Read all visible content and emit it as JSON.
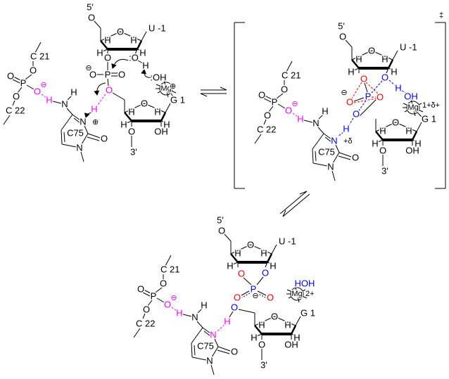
{
  "common": {
    "five_prime": "5'",
    "three_prime": "3'",
    "u_minus1": "U -1",
    "g1": "G 1",
    "c21": "C 21",
    "c22": "C 22",
    "c75": "C75",
    "atoms": {
      "O": "O",
      "P": "P",
      "H": "H",
      "N": "N",
      "OH": "OH",
      "HOH": "HOH",
      "Mg": "Mg"
    },
    "minus": "⊖",
    "plus": "⊕",
    "dagger": "‡"
  },
  "panels": {
    "reactant": {
      "attack_o": ":O",
      "water": ":OH",
      "mg_charge": "⊕",
      "n3_charge": "⊕"
    },
    "transition_state": {
      "mg_charge": "1+δ+",
      "n3_charge": "+δ"
    },
    "product": {
      "mg_charge": "2+"
    }
  },
  "colors": {
    "black": "#000000",
    "pink": "#ff00ff",
    "red": "#ff0000",
    "blue": "#0000ff"
  }
}
